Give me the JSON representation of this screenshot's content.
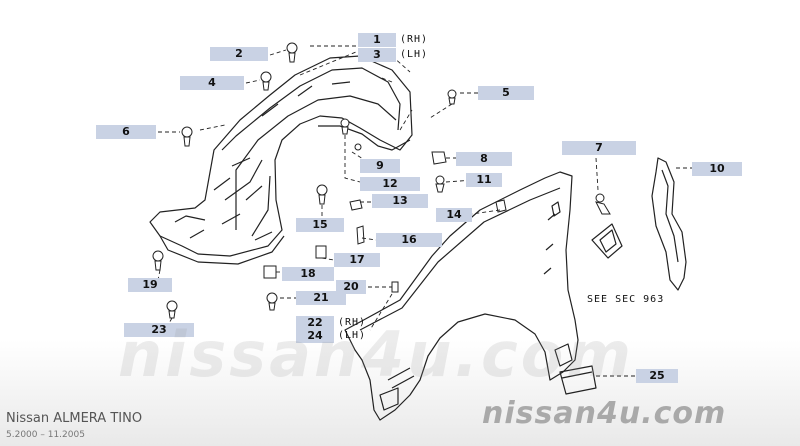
{
  "callouts": [
    {
      "id": "c1",
      "label": "1"
    },
    {
      "id": "c2",
      "label": "2"
    },
    {
      "id": "c3",
      "label": "3"
    },
    {
      "id": "c4",
      "label": "4"
    },
    {
      "id": "c5",
      "label": "5"
    },
    {
      "id": "c6",
      "label": "6"
    },
    {
      "id": "c7",
      "label": "7"
    },
    {
      "id": "c8",
      "label": "8"
    },
    {
      "id": "c9",
      "label": "9"
    },
    {
      "id": "c10",
      "label": "10"
    },
    {
      "id": "c11",
      "label": "11"
    },
    {
      "id": "c12",
      "label": "12"
    },
    {
      "id": "c13",
      "label": "13"
    },
    {
      "id": "c14",
      "label": "14"
    },
    {
      "id": "c15",
      "label": "15"
    },
    {
      "id": "c16",
      "label": "16"
    },
    {
      "id": "c17",
      "label": "17"
    },
    {
      "id": "c18",
      "label": "18"
    },
    {
      "id": "c19",
      "label": "19"
    },
    {
      "id": "c20",
      "label": "20"
    },
    {
      "id": "c21",
      "label": "21"
    },
    {
      "id": "c22",
      "label": "22"
    },
    {
      "id": "c23",
      "label": "23"
    },
    {
      "id": "c24",
      "label": "24"
    },
    {
      "id": "c25",
      "label": "25"
    }
  ],
  "side_notes": {
    "rh": "(RH)",
    "lh": "(LH)"
  },
  "see_sec": "SEE SEC 963",
  "watermark": {
    "main": "nissan4u.com",
    "corner": "nissan4u.com"
  },
  "footer": {
    "model": "Nissan ALMERA TINO",
    "period": "5.2000 – 11.2005"
  },
  "colors": {
    "callout_bg": "#c9d2e4",
    "line": "#222222",
    "watermark": "#a9a9a9"
  }
}
